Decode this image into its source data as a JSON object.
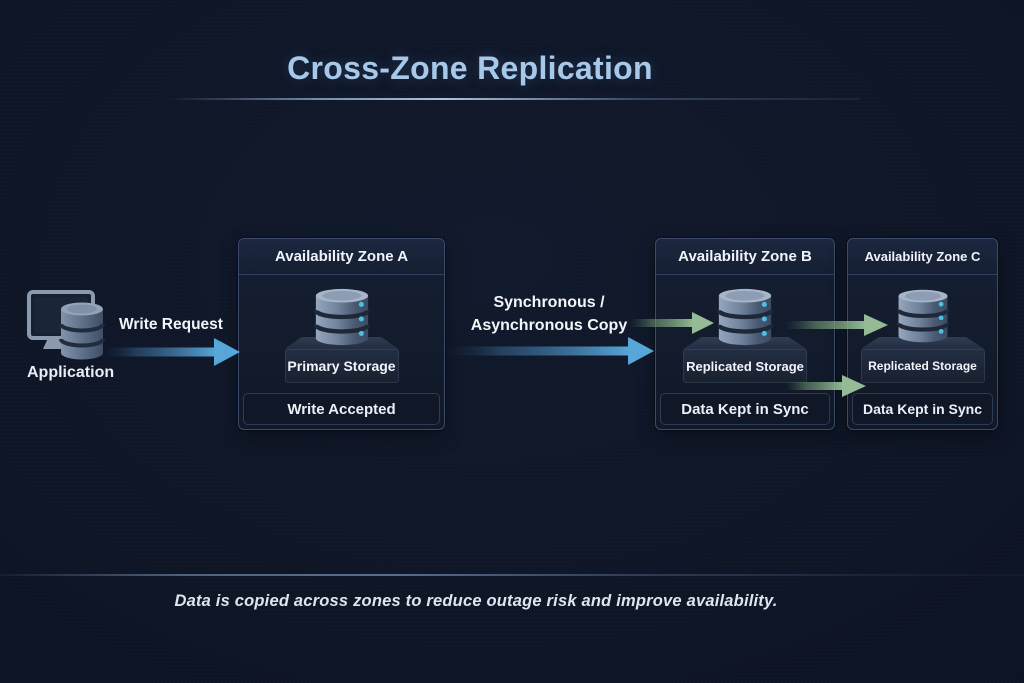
{
  "title": "Cross-Zone Replication",
  "application": {
    "label": "Application"
  },
  "flows": {
    "write_request_label": "Write Request",
    "copy_label_line1": "Synchronous /",
    "copy_label_line2": "Asynchronous Copy"
  },
  "zones": [
    {
      "name": "Availability Zone A",
      "storage_label": "Primary Storage",
      "status": "Write Accepted"
    },
    {
      "name": "Availability Zone B",
      "storage_label": "Replicated Storage",
      "status": "Data Kept in Sync"
    },
    {
      "name": "Availability Zone C",
      "storage_label": "Replicated Storage",
      "status": "Data Kept in Sync"
    }
  ],
  "caption": "Data is copied across zones to reduce outage risk and improve availability.",
  "icons": {
    "application": "monitor-with-database-icon",
    "storage": "database-stack-icon",
    "write_flow": "blue-right-arrow",
    "copy_flow": "blue-right-arrow",
    "replication_flow": "green-right-arrow"
  },
  "colors": {
    "background": "#0d1424",
    "title_text": "#a8c8e9",
    "accent_blue_arrow": "#57a6d9",
    "accent_green_arrow": "#94bb95",
    "zone_border": "#3c4c68",
    "zone_fill": "#131c2e",
    "body_text": "#e9eef6",
    "db_indicator": "#49c0e4"
  }
}
